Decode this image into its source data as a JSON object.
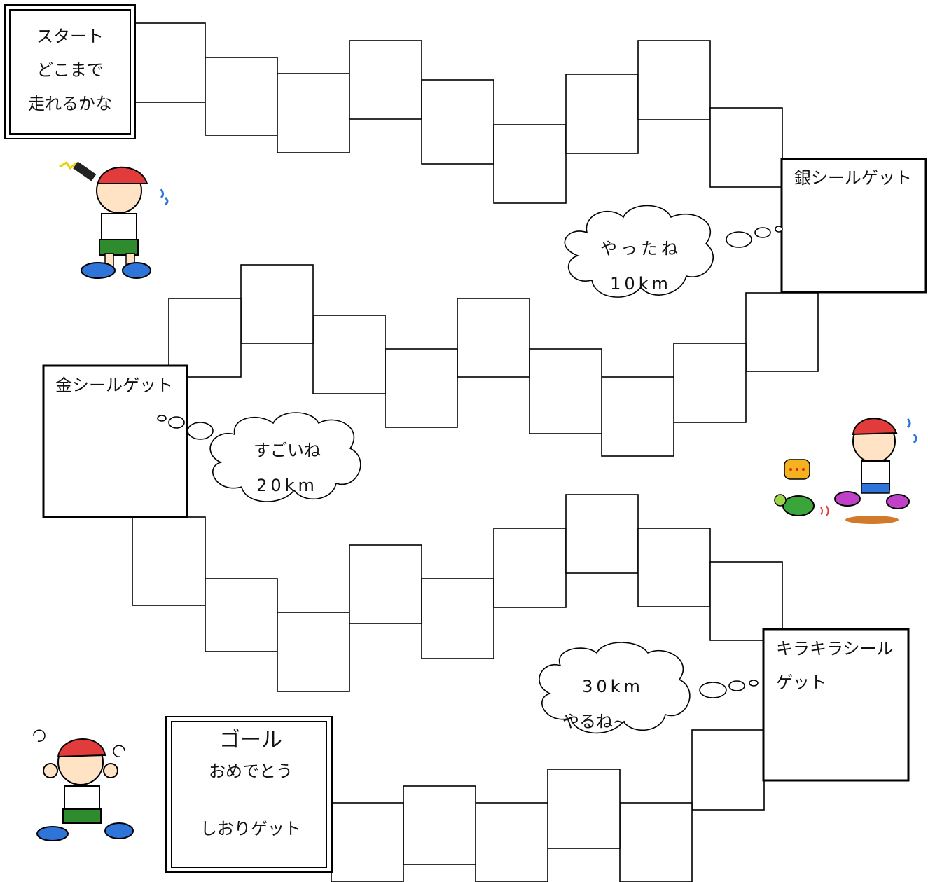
{
  "start": {
    "line1": "スタート",
    "line2": "どこまで",
    "line3": "走れるかな"
  },
  "checkpoints": {
    "silver": "銀シールゲット",
    "gold": "金シールゲット",
    "sparkle_line1": "キラキラシール",
    "sparkle_line2": "ゲット"
  },
  "bubbles": {
    "b10": {
      "line1": "やったね",
      "line2": "10km"
    },
    "b20": {
      "line1": "すごいね",
      "line2": "20km"
    },
    "b30": {
      "line1": "30km",
      "line2": "やるね~"
    }
  },
  "goal": {
    "line1": "ゴール",
    "line2": "おめでとう",
    "line3": "しおりゲット"
  }
}
